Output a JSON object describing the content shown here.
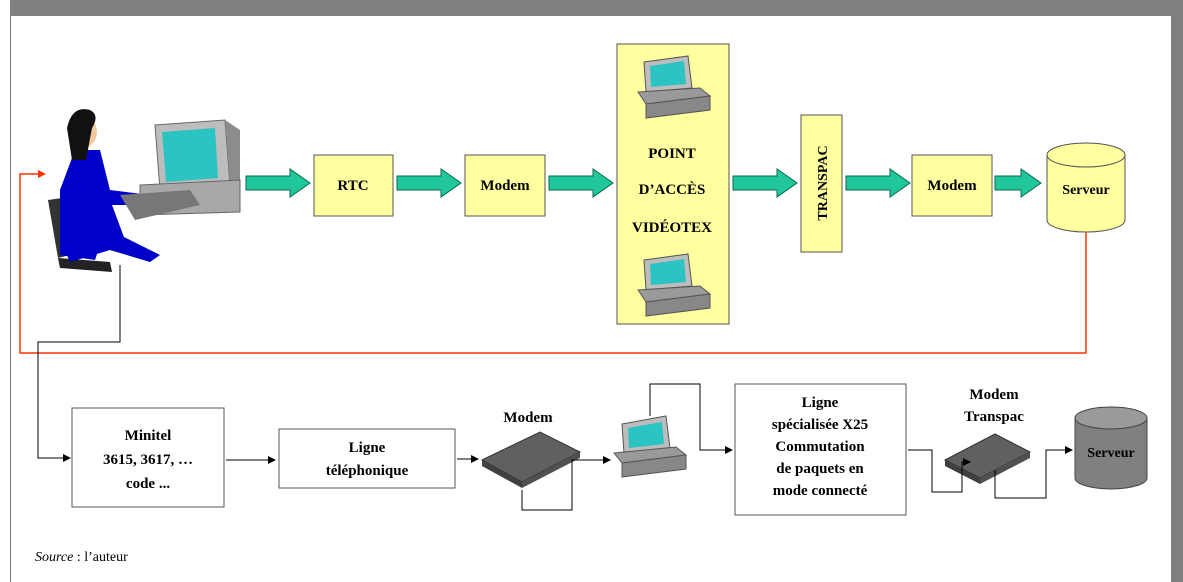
{
  "colors": {
    "box_fill": "#ffffa0",
    "arrow_fill": "#1fc79a",
    "feedback_line": "#ff3300",
    "monitor_screen": "#2cc3c3",
    "gray_server": "#808080",
    "person_suit": "#0000c8"
  },
  "top_flow": {
    "rtc": "RTC",
    "modem1": "Modem",
    "point_acces": [
      "POINT",
      "D’ACCÈS",
      "VIDÉOTEX"
    ],
    "transpac": "TRANSPAC",
    "modem2": "Modem",
    "serveur": "Serveur"
  },
  "bottom_flow": {
    "minitel": [
      "Minitel",
      "3615, 3617, …",
      "code ..."
    ],
    "ligne_tel": [
      "Ligne",
      "téléphonique"
    ],
    "modem_label": "Modem",
    "ligne_spec": [
      "Ligne",
      "spécialisée X25",
      "Commutation",
      "de paquets en",
      "mode connecté"
    ],
    "modem_transpac": [
      "Modem",
      "Transpac"
    ],
    "serveur": "Serveur"
  },
  "source": {
    "label": "Source",
    "text": " : l’auteur"
  },
  "icons": [
    "user-at-computer-icon",
    "computer-icon",
    "modem-device-icon",
    "server-cylinder-icon"
  ]
}
